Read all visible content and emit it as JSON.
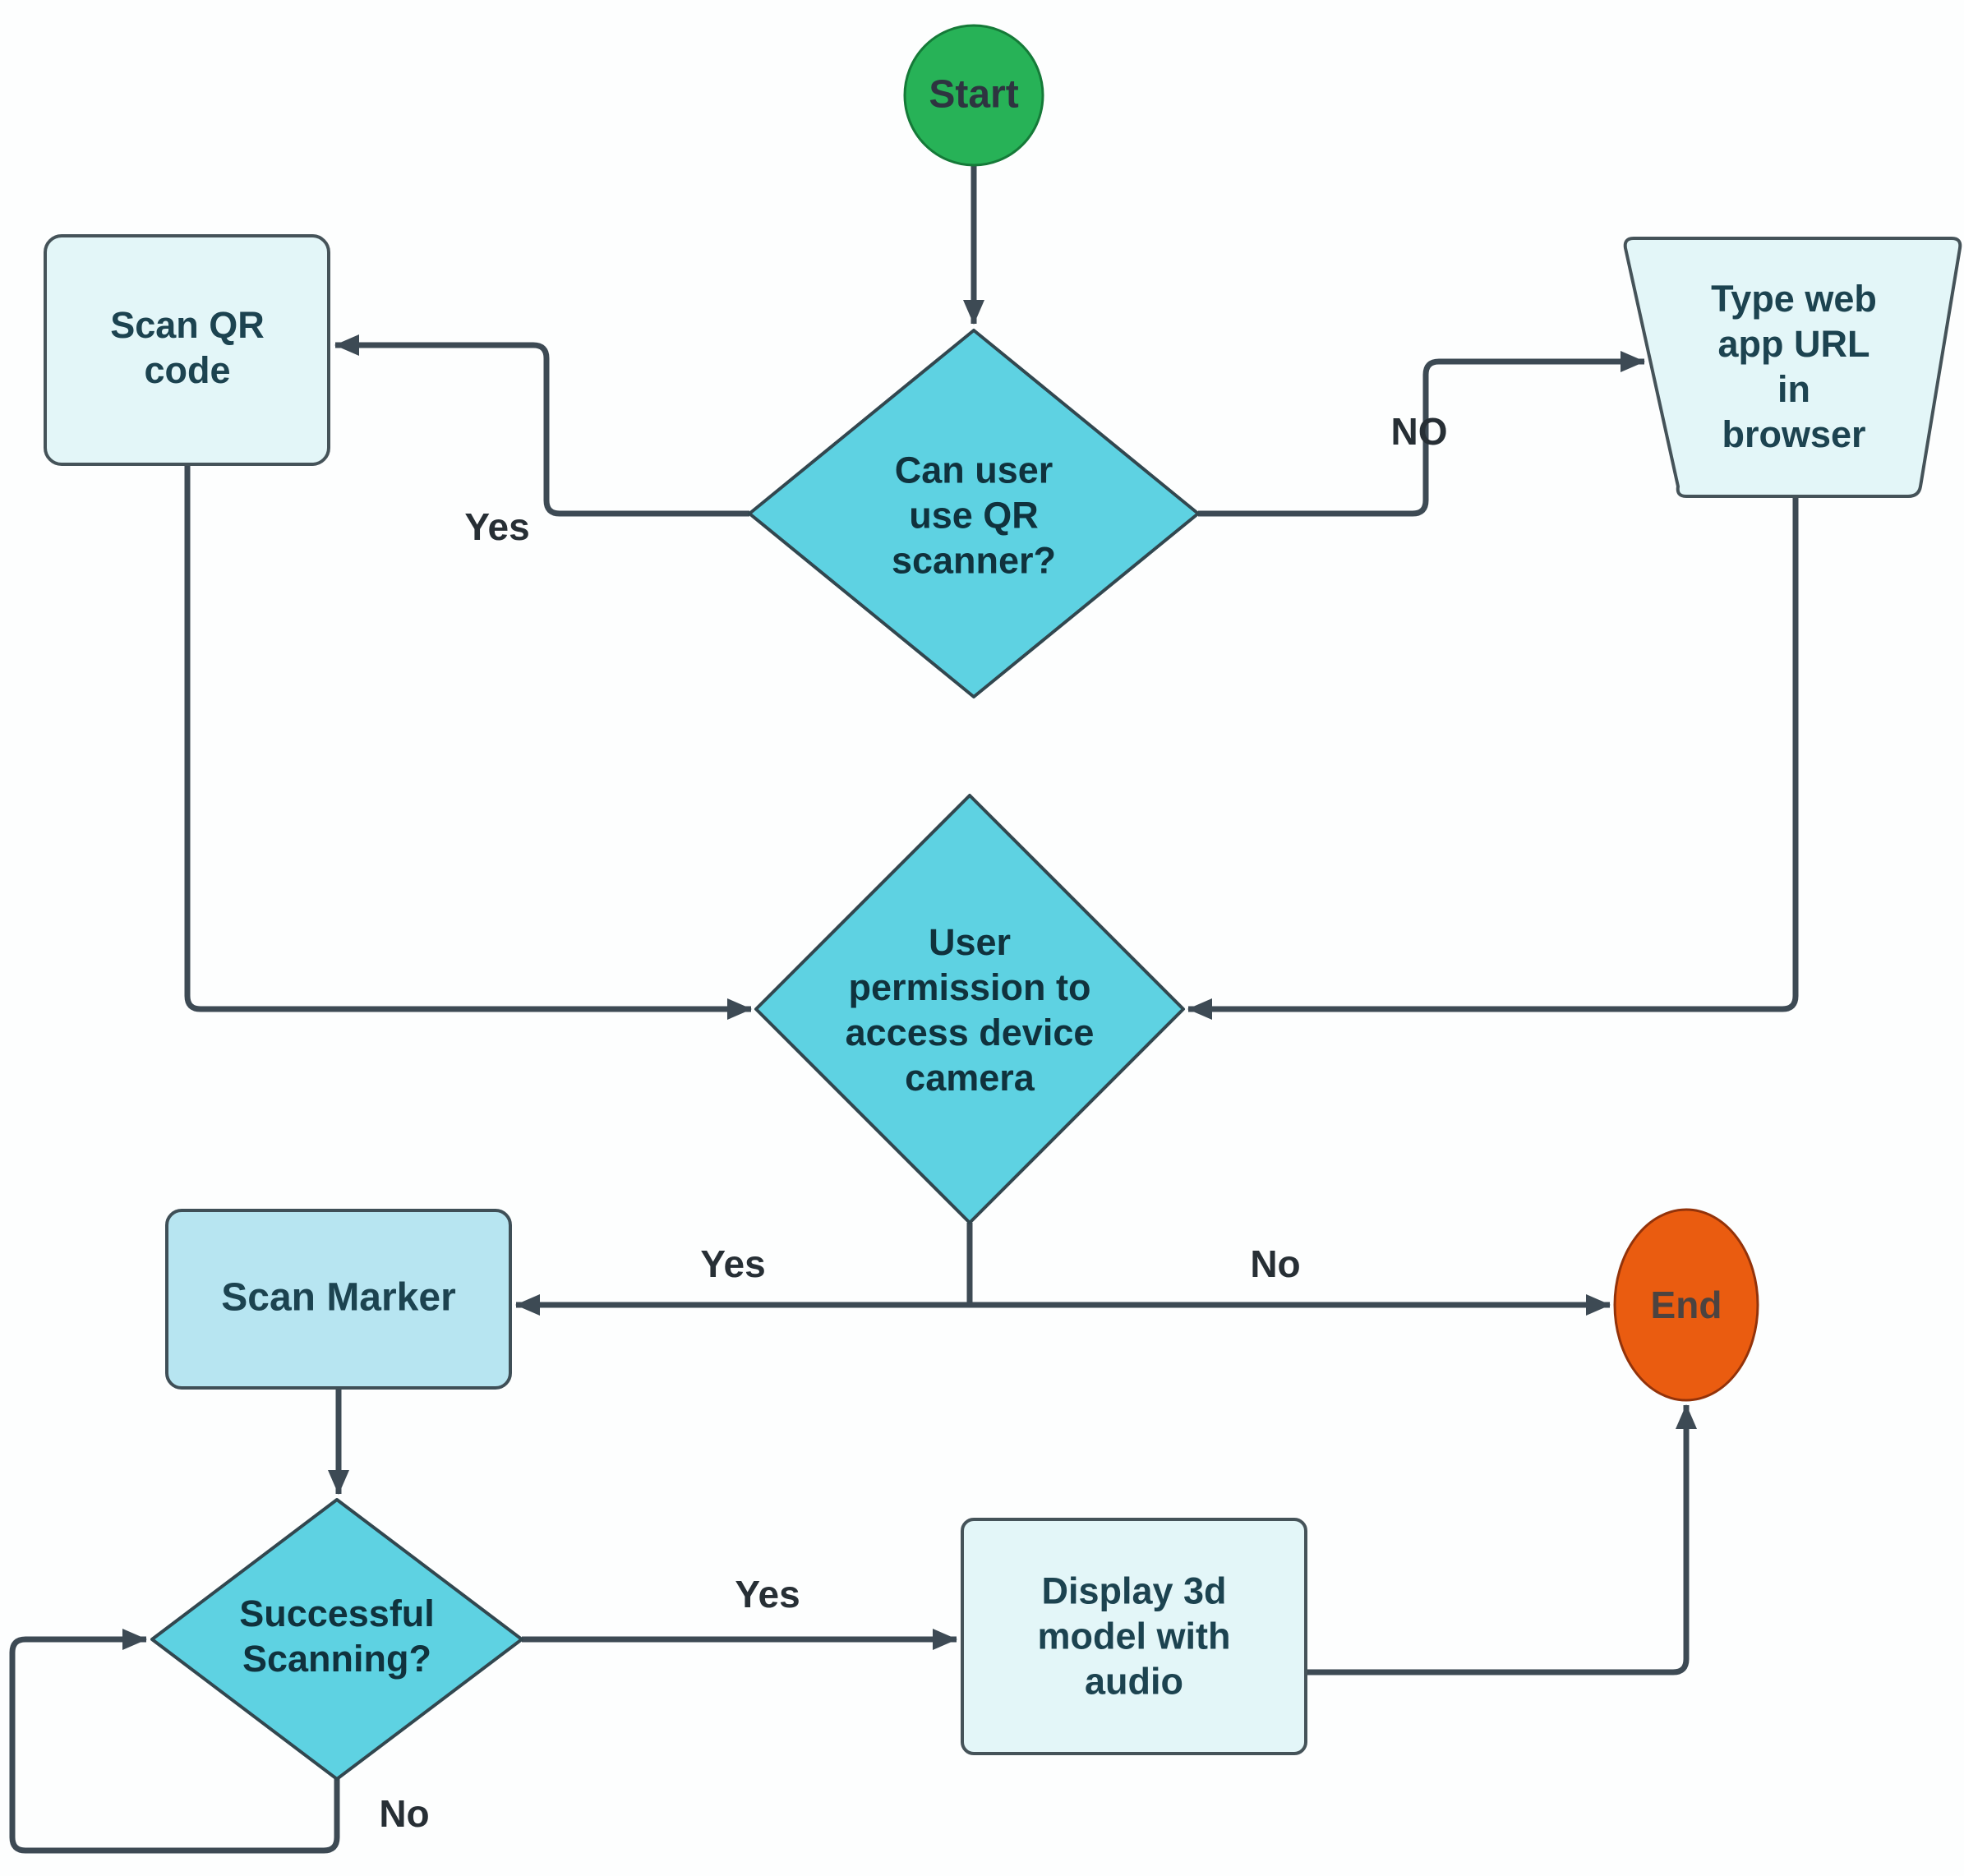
{
  "flowchart": {
    "nodes": {
      "start": {
        "label": "Start",
        "type": "start-terminator"
      },
      "can_use_qr": {
        "label": "Can user\nuse QR\nscanner?",
        "type": "decision"
      },
      "scan_qr_code": {
        "label": "Scan QR\ncode",
        "type": "process"
      },
      "type_url": {
        "label": "Type web\napp URL in\nbrowser",
        "type": "manual-input"
      },
      "user_permission": {
        "label": "User\npermission to\naccess device\ncamera",
        "type": "decision"
      },
      "scan_marker": {
        "label": "Scan Marker",
        "type": "process"
      },
      "successful_scanning": {
        "label": "Successful\nScanning?",
        "type": "decision"
      },
      "display_model": {
        "label": "Display 3d\nmodel with\naudio",
        "type": "process"
      },
      "end": {
        "label": "End",
        "type": "end-terminator"
      }
    },
    "edge_labels": {
      "qr_yes": "Yes",
      "qr_no": "NO",
      "permission_yes": "Yes",
      "permission_no": "No",
      "scanning_yes": "Yes",
      "scanning_no": "No"
    },
    "colors": {
      "start_fill": "#27b257",
      "end_fill": "#ea5c10",
      "decision_fill": "#5ed2e2",
      "process_fill": "#e3f6f8",
      "scan_marker_fill": "#b7e5f1",
      "connector": "#3d4a54"
    }
  }
}
